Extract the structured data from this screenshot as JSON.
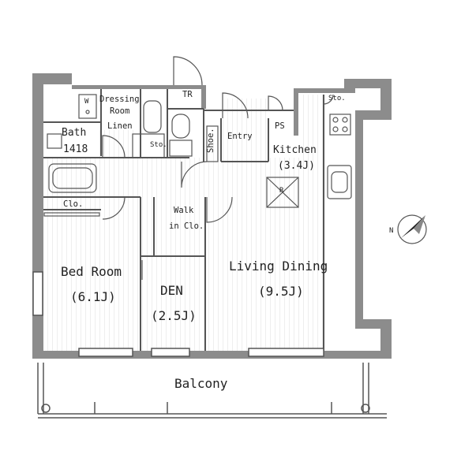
{
  "rooms": {
    "bath": {
      "name": "Bath",
      "size": "1418"
    },
    "dressing": {
      "line1": "Dressing",
      "line2": "Room",
      "linen": "Linen"
    },
    "w_mark": "W",
    "storage_bath": "Sto.",
    "tr": "TR",
    "ps": "PS",
    "storage_kitchen": "Sto.",
    "shoe": "Shoe.",
    "entry": "Entry",
    "kitchen": {
      "name": "Kitchen",
      "size": "(3.4J)"
    },
    "fridge": "R",
    "closet": "Clo.",
    "walk_in": {
      "line1": "Walk",
      "line2": "in Clo."
    },
    "bedroom": {
      "name": "Bed Room",
      "size": "(6.1J)"
    },
    "den": {
      "name": "DEN",
      "size": "(2.5J)"
    },
    "living": {
      "name": "Living Dining",
      "size": "(9.5J)"
    },
    "balcony": "Balcony"
  },
  "compass": {
    "label": "N"
  },
  "colors": {
    "wall": "#8c8c8c",
    "line": "#555555",
    "floor_hatch": "#d9d9d9"
  }
}
